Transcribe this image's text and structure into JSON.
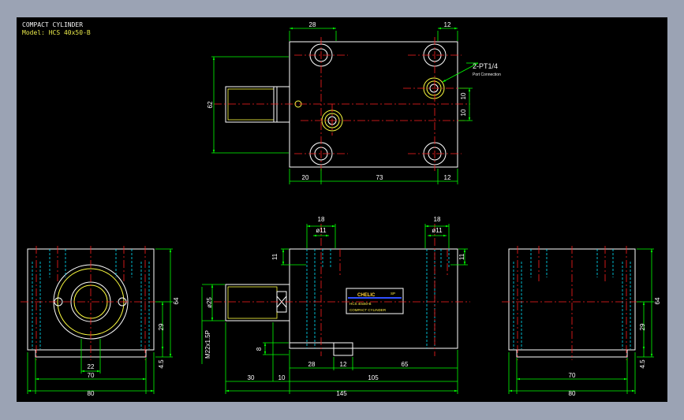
{
  "drawing": {
    "title": "COMPACT CYLINDER",
    "model": "Model: HCS 40x50-B",
    "port_note": "2-PT1/4",
    "port_subnote": "Port Connection"
  },
  "nameplate": {
    "brand": "CHELIC",
    "logo_mark": "SP",
    "line1": "HCS 40x50-B",
    "line2": "COMPACT CYLINDER"
  },
  "colors": {
    "background": "#000000",
    "outline": "#ffffff",
    "centerline": "#ff2020",
    "hidden": "#00e5ff",
    "dimension": "#00ff00",
    "thread": "#ffff40"
  },
  "dims": {
    "top_28": "28",
    "top_12": "12",
    "top_62": "62",
    "top_10a": "10",
    "top_10b": "10",
    "top_20": "20",
    "top_73": "73",
    "top_12b": "12",
    "left_22": "22",
    "left_70": "70",
    "left_80": "80",
    "left_64": "64",
    "left_29": "29",
    "left_4_5": "4.5",
    "front_18a": "18",
    "front_18b": "18",
    "front_d11a": "ø11",
    "front_d11b": "ø11",
    "front_11a": "11",
    "front_11b": "11",
    "front_d25": "ø25",
    "front_m22": "M22x1.5P",
    "front_8": "8",
    "front_28": "28",
    "front_12": "12",
    "front_65": "65",
    "front_30": "30",
    "front_10": "10",
    "front_105": "105",
    "front_145": "145",
    "right_70": "70",
    "right_80": "80",
    "right_64": "64",
    "right_29": "29",
    "right_4_5": "4.5"
  }
}
